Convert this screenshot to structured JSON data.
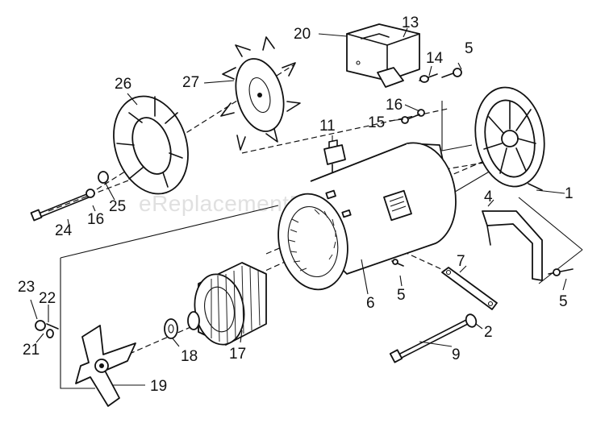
{
  "watermark": "eReplacementParts.com",
  "callouts": [
    {
      "id": "c1",
      "text": "1"
    },
    {
      "id": "c2",
      "text": "2"
    },
    {
      "id": "c4",
      "text": "4"
    },
    {
      "id": "c5a",
      "text": "5"
    },
    {
      "id": "c5b",
      "text": "5"
    },
    {
      "id": "c5c",
      "text": "5"
    },
    {
      "id": "c6",
      "text": "6"
    },
    {
      "id": "c7",
      "text": "7"
    },
    {
      "id": "c9",
      "text": "9"
    },
    {
      "id": "c11",
      "text": "11"
    },
    {
      "id": "c13",
      "text": "13"
    },
    {
      "id": "c14",
      "text": "14"
    },
    {
      "id": "c15",
      "text": "15"
    },
    {
      "id": "c16a",
      "text": "16"
    },
    {
      "id": "c16b",
      "text": "16"
    },
    {
      "id": "c17",
      "text": "17"
    },
    {
      "id": "c18",
      "text": "18"
    },
    {
      "id": "c19",
      "text": "19"
    },
    {
      "id": "c20",
      "text": "20"
    },
    {
      "id": "c21",
      "text": "21"
    },
    {
      "id": "c22",
      "text": "22"
    },
    {
      "id": "c23",
      "text": "23"
    },
    {
      "id": "c24",
      "text": "24"
    },
    {
      "id": "c25",
      "text": "25"
    },
    {
      "id": "c26",
      "text": "26"
    },
    {
      "id": "c27",
      "text": "27"
    }
  ]
}
